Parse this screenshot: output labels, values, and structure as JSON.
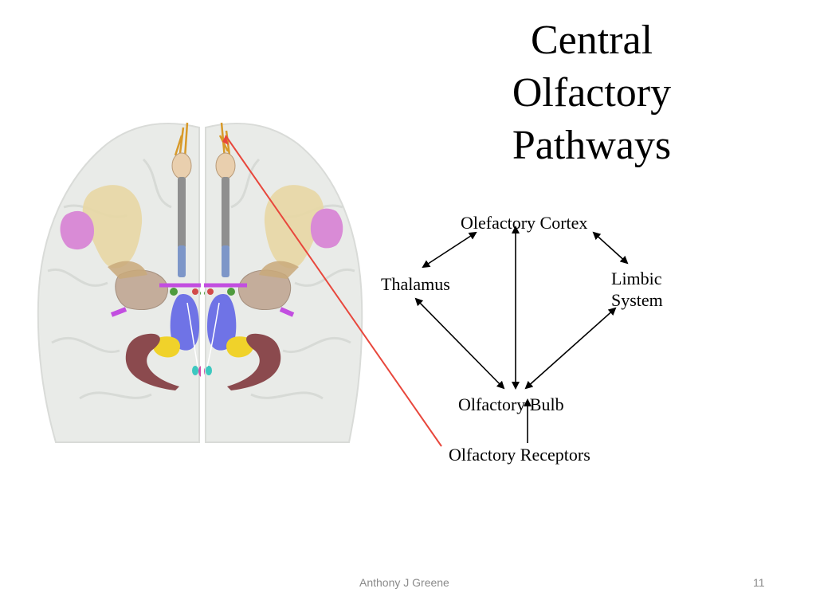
{
  "slide": {
    "title_lines": [
      "Central",
      "Olfactory",
      "Pathways"
    ],
    "footer_author": "Anthony J Greene",
    "page_number": "11"
  },
  "diagram": {
    "nodes": {
      "cortex": "Olefactory Cortex",
      "thalamus": "Thalamus",
      "limbic_line1": "Limbic",
      "limbic_line2": "System",
      "bulb": "Olfactory Bulb",
      "receptors": "Olfactory Receptors"
    },
    "pointer_color": "#e8473c"
  }
}
